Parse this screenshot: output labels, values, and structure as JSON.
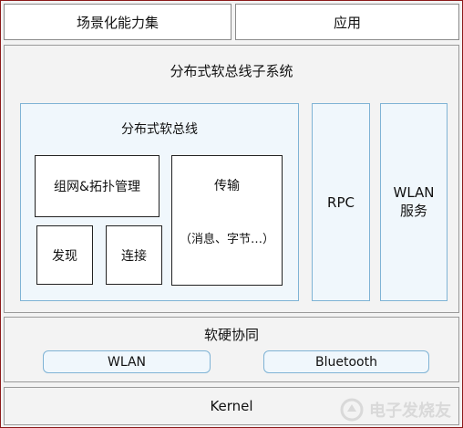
{
  "top": {
    "left_label": "场景化能力集",
    "right_label": "应用"
  },
  "subsystem": {
    "title": "分布式软总线子系统",
    "bus": {
      "title": "分布式软总线",
      "networking": "组网&拓扑管理",
      "discovery": "发现",
      "connection": "连接",
      "transport_title": "传输",
      "transport_detail": "（消息、字节…）"
    },
    "rpc": "RPC",
    "wlan_service_line1": "WLAN",
    "wlan_service_line2": "服务"
  },
  "hardware": {
    "title": "软硬协同",
    "wlan": "WLAN",
    "bluetooth": "Bluetooth"
  },
  "kernel": "Kernel",
  "watermark": "电子发烧友",
  "colors": {
    "blue_border": "#7fb3d5",
    "blue_fill": "#f0f7fc",
    "frame_border": "#8b1a1a"
  }
}
